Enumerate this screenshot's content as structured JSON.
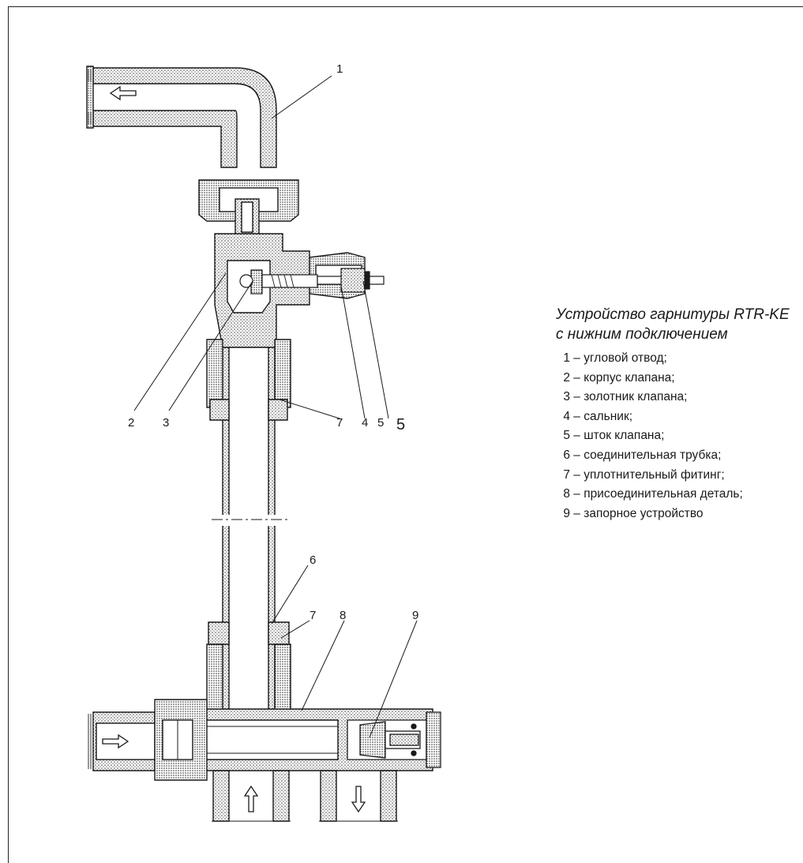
{
  "legend": {
    "title_line1": "Устройство гарнитуры RTR-KE",
    "title_line2": "с нижним подключением",
    "items": [
      {
        "num": "1",
        "text": "угловой отвод;"
      },
      {
        "num": "2",
        "text": "корпус клапана;"
      },
      {
        "num": "3",
        "text": "золотник клапана;"
      },
      {
        "num": "4",
        "text": "сальник;"
      },
      {
        "num": "5",
        "text": "шток клапана;"
      },
      {
        "num": "6",
        "text": "соединительная трубка;"
      },
      {
        "num": "7",
        "text": "уплотнительный фитинг;"
      },
      {
        "num": "8",
        "text": "присоединительная деталь;"
      },
      {
        "num": "9",
        "text": "запорное устройство"
      }
    ]
  },
  "diagram": {
    "callouts": {
      "c1": "1",
      "c2": "2",
      "c3": "3",
      "c4": "4",
      "c5a": "5",
      "c5b": "5",
      "c7a": "7",
      "c6": "6",
      "c7b": "7",
      "c8": "8",
      "c9": "9"
    },
    "colors": {
      "line": "#1a1a1a",
      "stipple": "#3a3a3a",
      "fill": "#ffffff"
    }
  }
}
